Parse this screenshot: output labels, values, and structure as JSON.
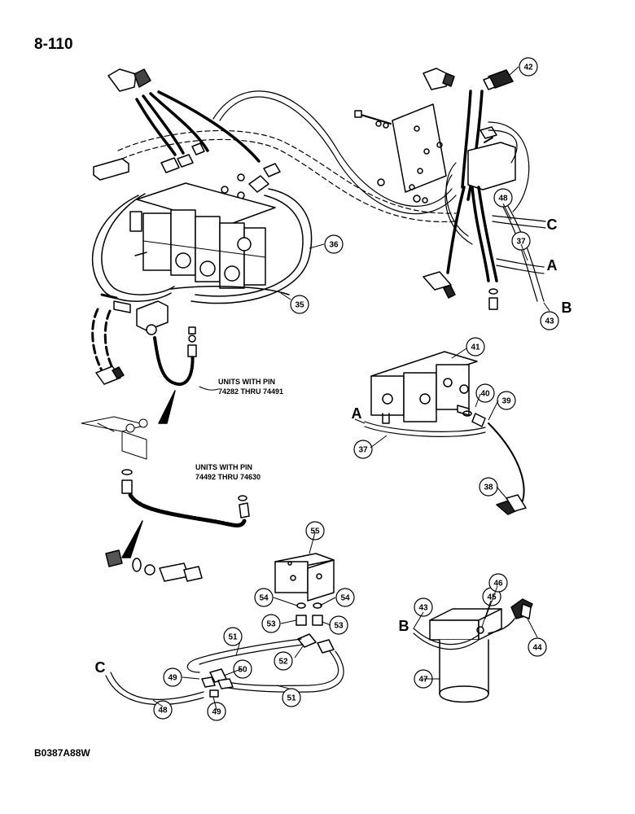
{
  "page_number": "8-110",
  "document_code": "B0387A88W",
  "notes": {
    "units_a_line1": "UNITS WITH PIN",
    "units_a_line2": "74282 THRU 74491",
    "units_b_line1": "UNITS WITH PIN",
    "units_b_line2": "74492 THRU 74630"
  },
  "callouts": {
    "c35": "35",
    "c36": "36",
    "c37a": "37",
    "c37b": "37",
    "c38": "38",
    "c39": "39",
    "c40": "40",
    "c41": "41",
    "c42": "42",
    "c43a": "43",
    "c43b": "43",
    "c44": "44",
    "c45": "45",
    "c46": "46",
    "c47": "47",
    "c48a": "48",
    "c48b": "48",
    "c49a": "49",
    "c49b": "49",
    "c50": "50",
    "c51a": "51",
    "c51b": "51",
    "c52": "52",
    "c53a": "53",
    "c53b": "53",
    "c54a": "54",
    "c54b": "54",
    "c55": "55"
  },
  "letters": {
    "A1": "A",
    "A2": "A",
    "B1": "B",
    "B2": "B",
    "C1": "C",
    "C2": "C"
  }
}
